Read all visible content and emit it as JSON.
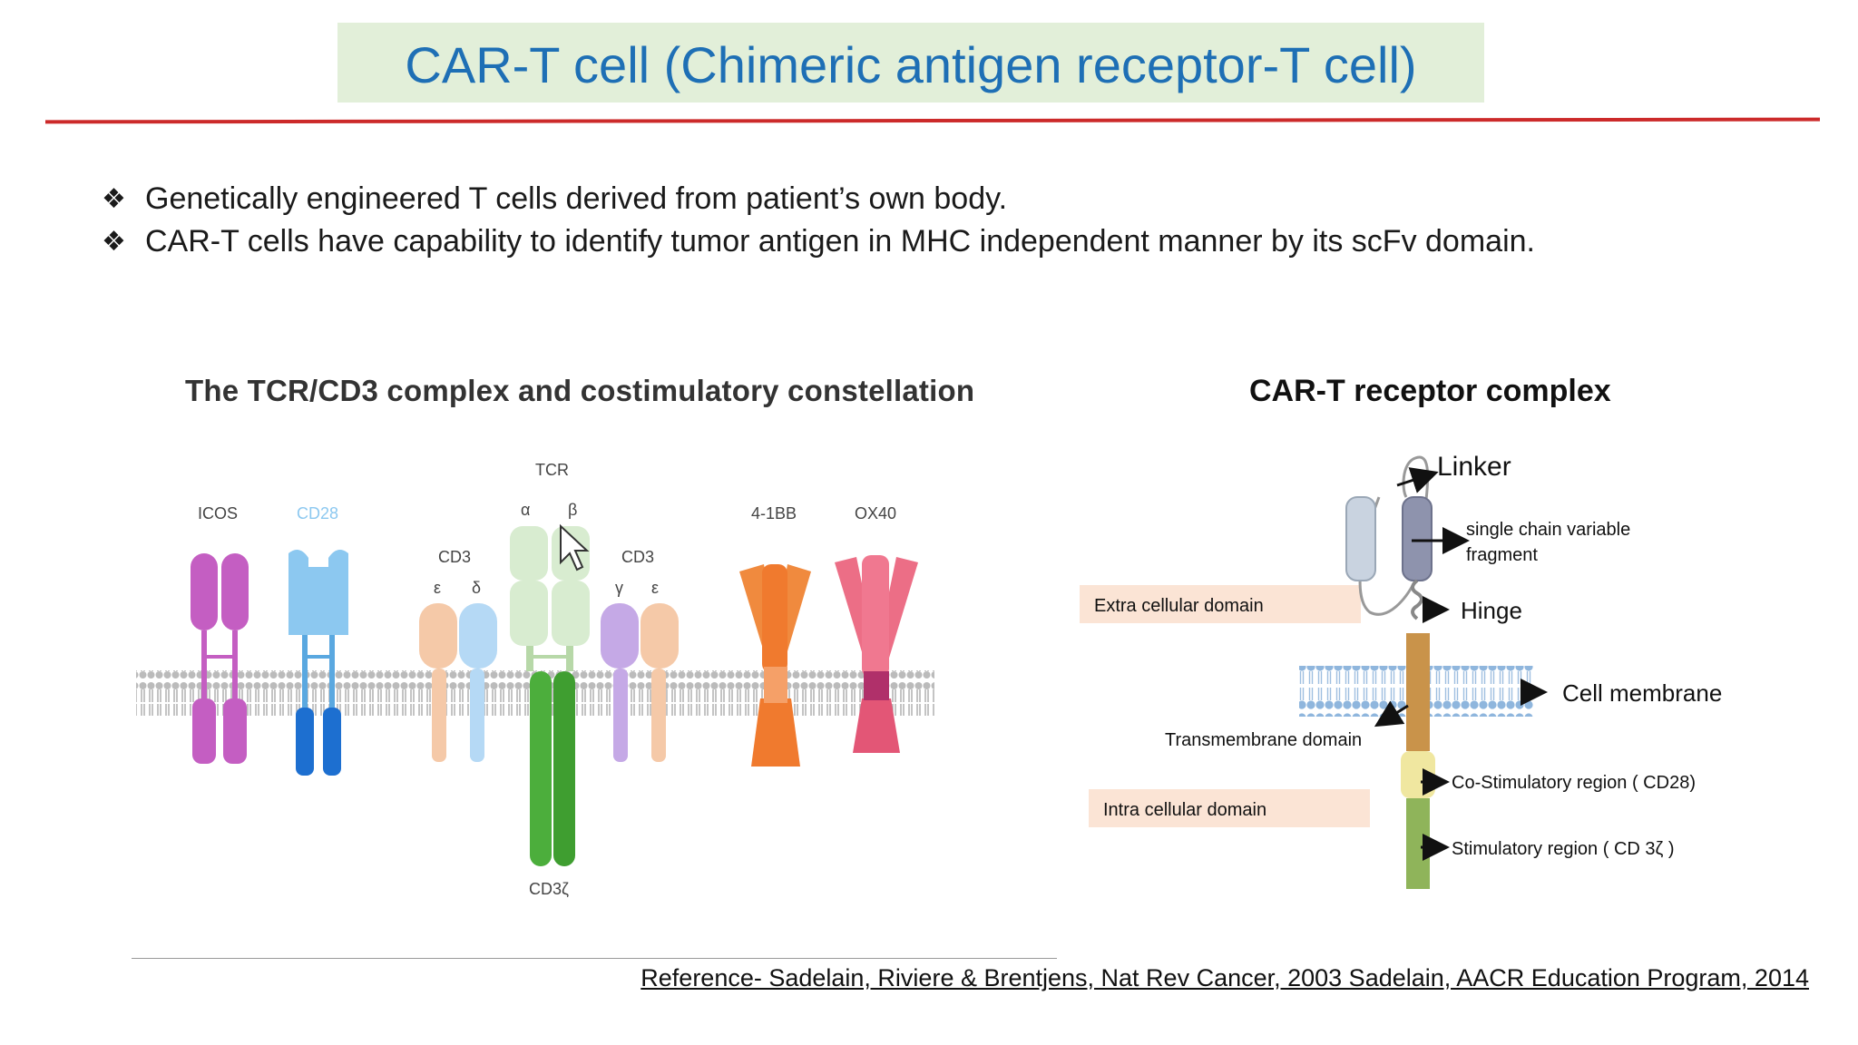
{
  "title": "CAR-T cell  (Chimeric antigen receptor-T cell)",
  "bullets": [
    "Genetically engineered T cells derived from patient’s own  body.",
    "CAR-T cells have capability to identify tumor antigen in MHC independent manner by its scFv domain."
  ],
  "bullet_symbol": "❖",
  "left_figure": {
    "heading": "The TCR/CD3 complex and costimulatory constellation",
    "labels": {
      "icos": "ICOS",
      "cd28": "CD28",
      "cd3_left": "CD3",
      "eps1": "ε",
      "delta": "δ",
      "tcr": "TCR",
      "alpha": "α",
      "beta": "β",
      "cd3_right": "CD3",
      "gamma": "γ",
      "eps2": "ε",
      "fourbb": "4-1BB",
      "ox40": "OX40",
      "cd3zeta": "CD3ζ"
    }
  },
  "right_figure": {
    "heading": "CAR-T receptor complex",
    "linker": "Linker",
    "scfv_line1": "single chain variable",
    "scfv_line2": "fragment",
    "extra_domain": "Extra cellular domain",
    "hinge": "Hinge",
    "membrane": "Cell membrane",
    "transmembrane": "Transmembrane domain",
    "costim": "Co-Stimulatory region ( CD28)",
    "intra_domain": "Intra cellular domain",
    "stim": "Stimulatory region ( CD 3ζ )"
  },
  "reference": "Reference- Sadelain, Riviere & Brentjens, Nat Rev Cancer, 2003 Sadelain, AACR Education Program, 2014",
  "colors": {
    "title_bg": "#e2efd9",
    "title_text": "#1e6fb5",
    "rule": "#cc2a2a",
    "icos": "#c45ec2",
    "cd28": "#8cc8f0",
    "cd3": "#f5c9a8",
    "tcr": "#d8ecd0",
    "cd3zeta": "#4cae3c",
    "fourbb": "#f07a2e",
    "ox40": "#ec6e86"
  }
}
